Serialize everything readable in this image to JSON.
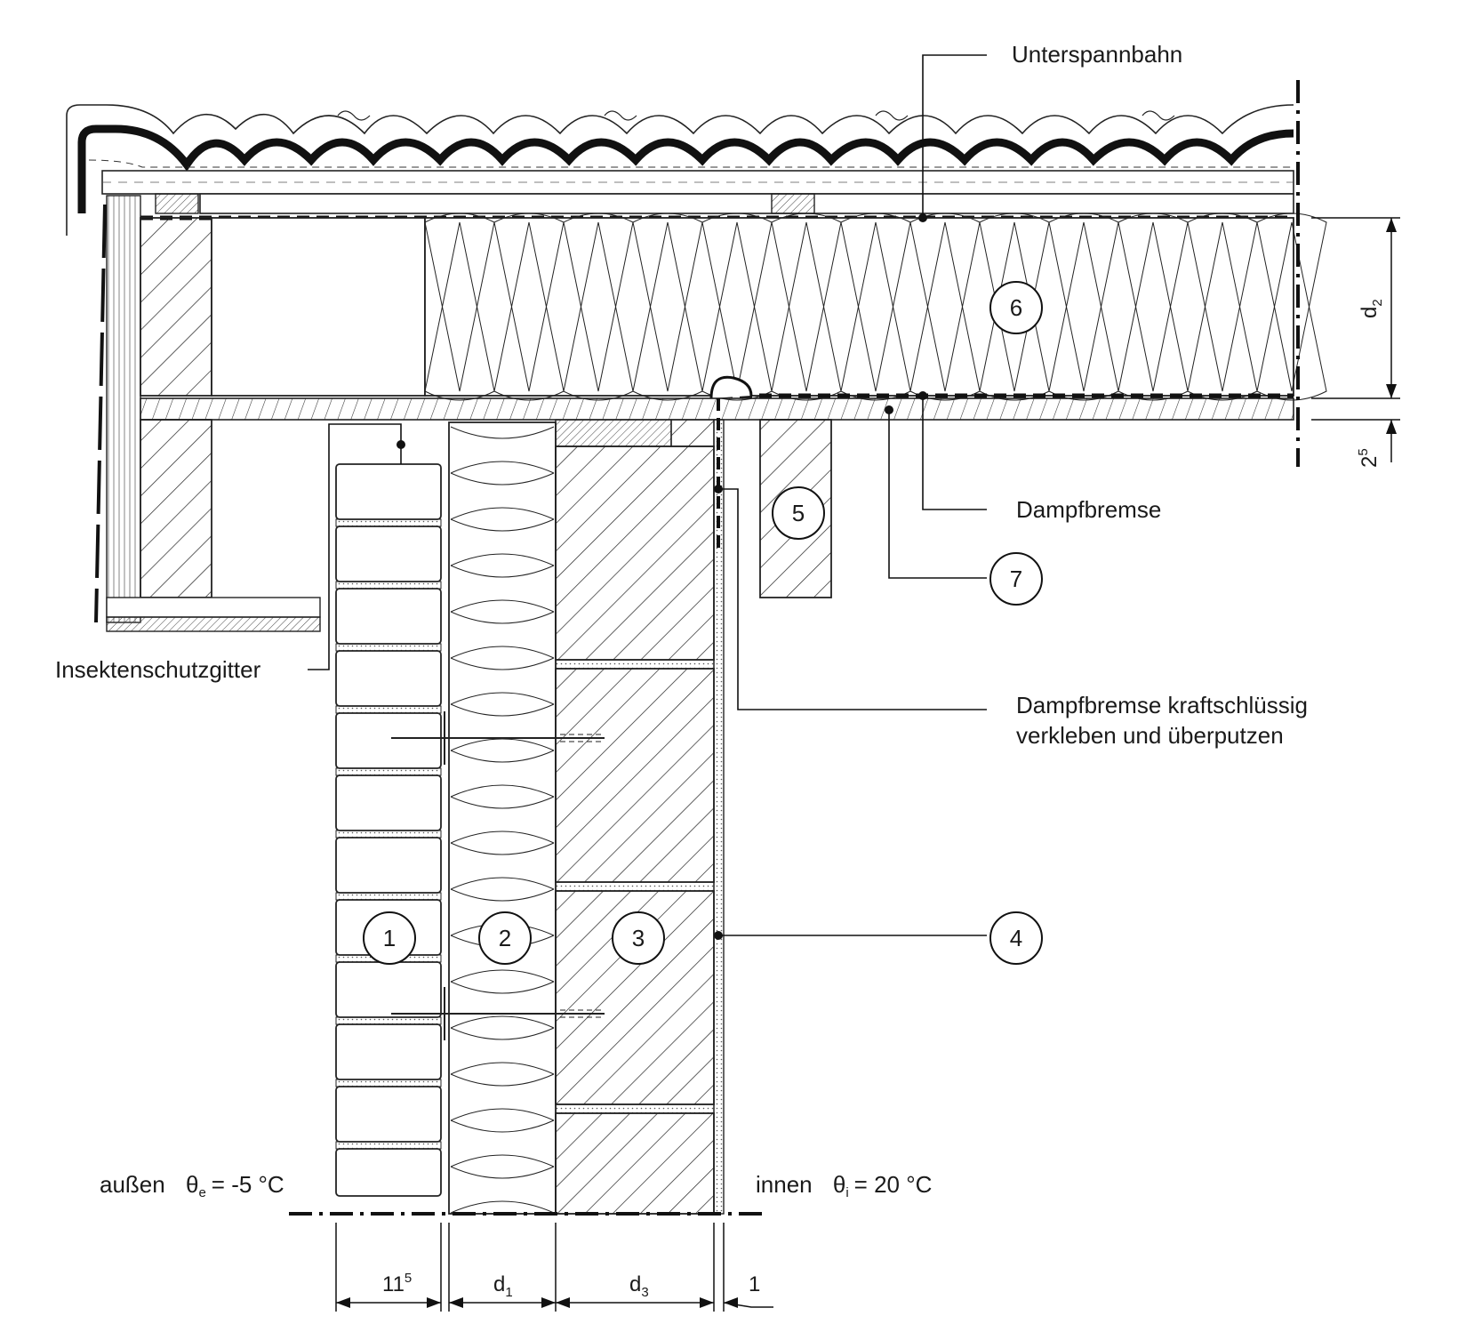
{
  "labels": {
    "unterspannbahn": "Unterspannbahn",
    "dampfbremse": "Dampfbremse",
    "dampfbremse_note_line1": "Dampfbremse kraftschlüssig",
    "dampfbremse_note_line2": "verkleben und überputzen",
    "insektenschutzgitter": "Insektenschutzgitter"
  },
  "markers": [
    "1",
    "2",
    "3",
    "4",
    "5",
    "6",
    "7"
  ],
  "climate": {
    "outside_word": "außen",
    "outside_symbol": "θ",
    "outside_sub": "e",
    "outside_value": "= -5 °C",
    "inside_word": "innen",
    "inside_symbol": "θ",
    "inside_sub": "i",
    "inside_value": "= 20 °C"
  },
  "dimensions": {
    "d_brick_main": "11",
    "d_brick_sup": "5",
    "d1_main": "d",
    "d1_sub": "1",
    "d3_main": "d",
    "d3_sub": "3",
    "d_plaster": "1",
    "d2_main": "d",
    "d2_sub": "2",
    "d_board_main": "2",
    "d_board_sup": "5"
  }
}
